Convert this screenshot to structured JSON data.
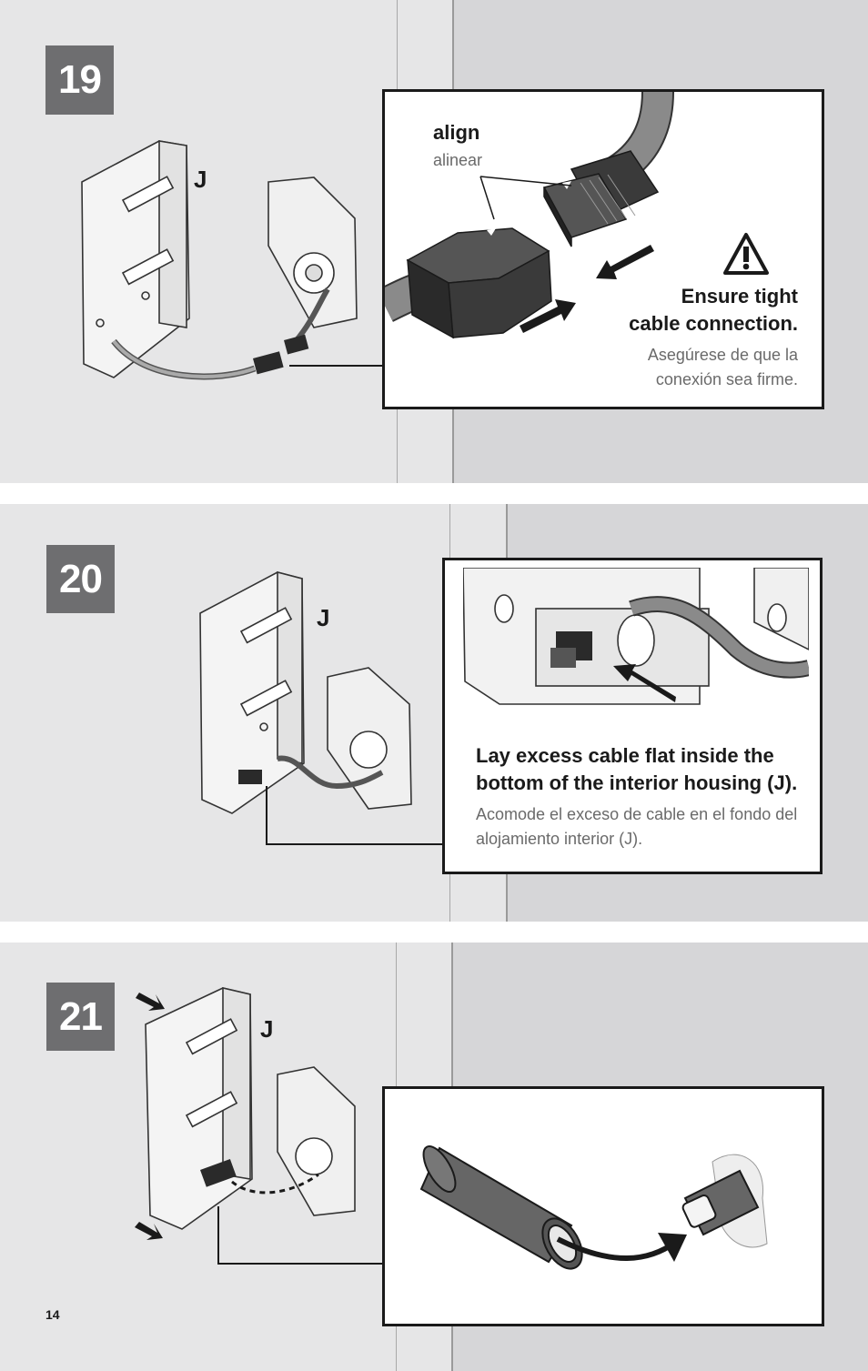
{
  "page_number": "14",
  "steps": [
    {
      "number": "19",
      "part_label": "J",
      "callout": {
        "align_label": "align",
        "align_label_es": "alinear",
        "title_line1": "Ensure tight",
        "title_line2": "cable connection.",
        "desc_line1": "Asegúrese de que la",
        "desc_line2": "conexión sea firme."
      }
    },
    {
      "number": "20",
      "part_label": "J",
      "callout": {
        "title_line1": "Lay excess cable flat inside the",
        "title_line2": "bottom of the interior housing (J).",
        "desc_line1": "Acomode el exceso de cable en el fondo del",
        "desc_line2": "alojamiento interior (J)."
      }
    },
    {
      "number": "21",
      "part_label": "J",
      "callout": {}
    }
  ],
  "colors": {
    "panel_bg": "#e6e6e7",
    "door_bg": "#d6d6d8",
    "step_badge": "#6e6e70",
    "callout_border": "#1a1a1a"
  },
  "icons": [
    "warning-triangle-icon",
    "push-arrow-icon",
    "rotate-arrow-icon"
  ]
}
